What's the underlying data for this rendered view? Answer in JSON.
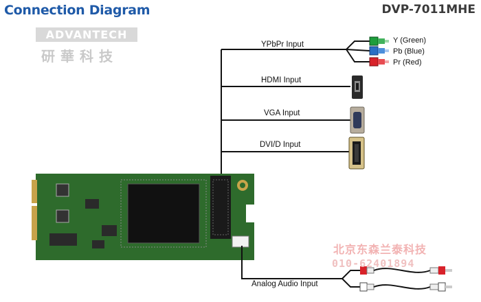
{
  "header": {
    "title": "Connection Diagram",
    "model": "DVP-7011MHE"
  },
  "logo": {
    "brand": "ADVANTECH",
    "chinese": "研華科技"
  },
  "inputs": {
    "ypbpr": "YPbPr Input",
    "hdmi": "HDMI Input",
    "vga": "VGA Input",
    "dvi": "DVI/D Input",
    "audio": "Analog Audio Input"
  },
  "ypbpr_connectors": [
    {
      "label": "Y (Green)",
      "color": "#1e9e3c"
    },
    {
      "label": "Pb (Blue)",
      "color": "#2a6fc4"
    },
    {
      "label": "Pr (Red)",
      "color": "#d8222a"
    }
  ],
  "watermark": {
    "line1": "北京东森兰泰科技",
    "line2": "010-62401894"
  },
  "colors": {
    "pcb": "#2e6b2c",
    "line": "#111111",
    "title": "#1f5aa8"
  }
}
